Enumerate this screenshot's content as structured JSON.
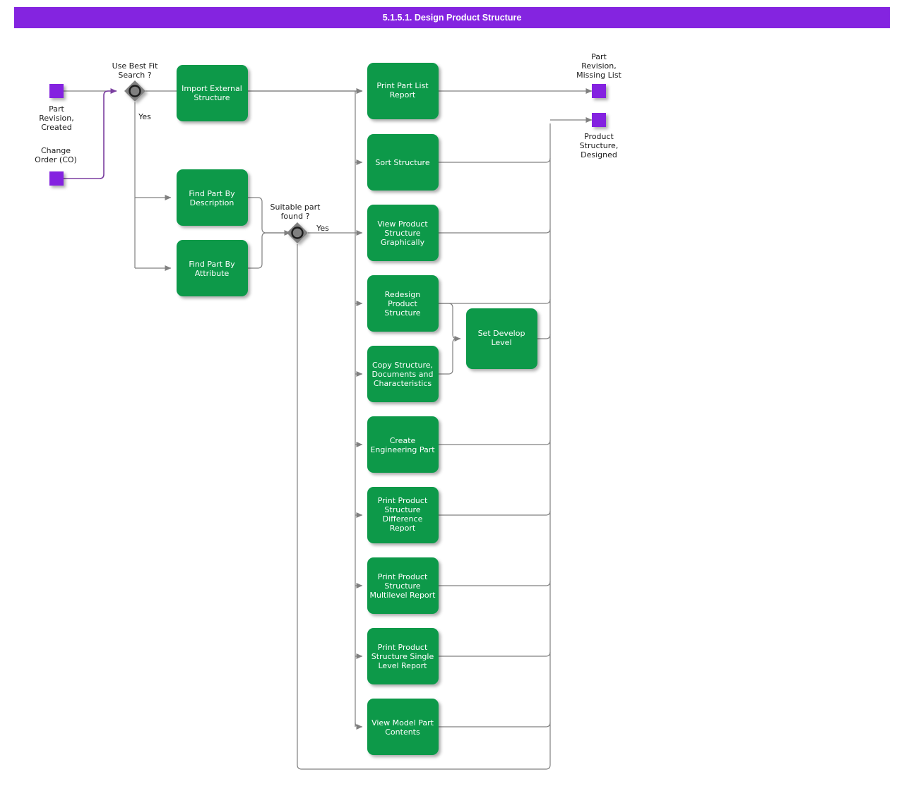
{
  "header": {
    "title": "5.1.5.1. Design Product Structure",
    "bg": "#8424E0",
    "fg": "#FFFFFF"
  },
  "colors": {
    "function_fill": "#089949",
    "function_text": "#FFFFFF",
    "event_fill": "#8424E0",
    "gateway_fill": "#808080",
    "gateway_ring": "#1A1A1A",
    "flow_line": "#808080",
    "event_line": "#7B3FA0",
    "label_text": "#1A1A1A"
  },
  "events": [
    {
      "id": "ev-part-revision-created",
      "label": "Part\nRevision,\nCreated",
      "label_pos": "below"
    },
    {
      "id": "ev-change-order-co",
      "label": "Change\nOrder (CO)",
      "label_pos": "above"
    },
    {
      "id": "ev-part-revision-missing-list",
      "label": "Part\nRevision,\nMissing List",
      "label_pos": "above"
    },
    {
      "id": "ev-product-structure-designed",
      "label": "Product\nStructure,\nDesigned",
      "label_pos": "below"
    }
  ],
  "gateways": [
    {
      "id": "gw-use-best-fit-search",
      "label": "Use Best Fit\nSearch ?",
      "branch_label": "Yes"
    },
    {
      "id": "gw-suitable-part-found",
      "label": "Suitable part\nfound ?",
      "branch_label": "Yes"
    }
  ],
  "functions": [
    {
      "id": "fn-import-external-structure",
      "label": "Import External\nStructure"
    },
    {
      "id": "fn-find-part-by-description",
      "label": "Find Part By\nDescription"
    },
    {
      "id": "fn-find-part-by-attribute",
      "label": "Find Part By\nAttribute"
    },
    {
      "id": "fn-print-part-list-report",
      "label": "Print Part List\nReport"
    },
    {
      "id": "fn-sort-structure",
      "label": "Sort Structure"
    },
    {
      "id": "fn-view-product-structure-graphically",
      "label": "View Product\nStructure\nGraphically"
    },
    {
      "id": "fn-redesign-product-structure",
      "label": "Redesign\nProduct\nStructure"
    },
    {
      "id": "fn-copy-structure-documents-and-characteristics",
      "label": "Copy Structure,\nDocuments and\nCharacteristics"
    },
    {
      "id": "fn-set-develop-level",
      "label": "Set Develop\nLevel"
    },
    {
      "id": "fn-create-engineering-part",
      "label": "Create\nEngineering Part"
    },
    {
      "id": "fn-print-product-structure-difference-report",
      "label": "Print Product\nStructure\nDifference\nReport"
    },
    {
      "id": "fn-print-product-structure-multilevel-report",
      "label": "Print Product\nStructure\nMultilevel Report"
    },
    {
      "id": "fn-print-product-structure-single-level-report",
      "label": "Print Product\nStructure Single\nLevel Report"
    },
    {
      "id": "fn-view-model-part-contents",
      "label": "View Model Part\nContents"
    }
  ],
  "text": {
    "t_part_revision_created_1": "Part",
    "t_part_revision_created_2": "Revision,",
    "t_part_revision_created_3": "Created",
    "t_change_order_1": "Change",
    "t_change_order_2": "Order (CO)",
    "t_missing_1": "Part",
    "t_missing_2": "Revision,",
    "t_missing_3": "Missing List",
    "t_designed_1": "Product",
    "t_designed_2": "Structure,",
    "t_designed_3": "Designed",
    "t_gw1_1": "Use Best Fit",
    "t_gw1_2": "Search ?",
    "t_gw1_yes": "Yes",
    "t_gw2_1": "Suitable part",
    "t_gw2_2": "found ?",
    "t_gw2_yes": "Yes",
    "t_f1_1": "Import External",
    "t_f1_2": "Structure",
    "t_f2_1": "Find Part By",
    "t_f2_2": "Description",
    "t_f3_1": "Find Part By",
    "t_f3_2": "Attribute",
    "t_f4_1": "Print Part List",
    "t_f4_2": "Report",
    "t_f5_1": "Sort Structure",
    "t_f6_1": "View Product",
    "t_f6_2": "Structure",
    "t_f6_3": "Graphically",
    "t_f7_1": "Redesign",
    "t_f7_2": "Product",
    "t_f7_3": "Structure",
    "t_f8_1": "Copy Structure,",
    "t_f8_2": "Documents and",
    "t_f8_3": "Characteristics",
    "t_f9_1": "Set Develop",
    "t_f9_2": "Level",
    "t_f10_1": "Create",
    "t_f10_2": "Engineering Part",
    "t_f11_1": "Print Product",
    "t_f11_2": "Structure",
    "t_f11_3": "Difference",
    "t_f11_4": "Report",
    "t_f12_1": "Print Product",
    "t_f12_2": "Structure",
    "t_f12_3": "Multilevel Report",
    "t_f13_1": "Print Product",
    "t_f13_2": "Structure Single",
    "t_f13_3": "Level Report",
    "t_f14_1": "View Model Part",
    "t_f14_2": "Contents"
  }
}
